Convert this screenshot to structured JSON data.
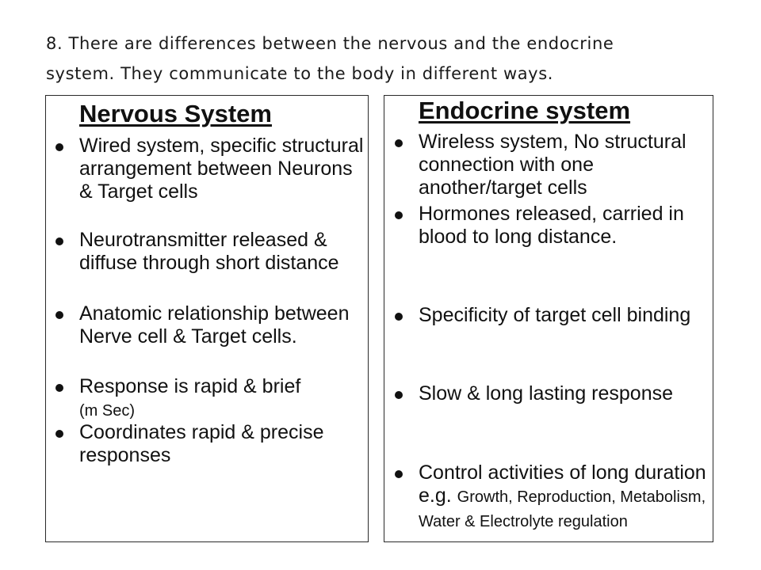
{
  "heading": {
    "line1": "8.  There are differences between the nervous and the endocrine",
    "line2": "system.  They communicate to the body in different ways."
  },
  "nervous": {
    "title": "Nervous System",
    "items": [
      {
        "text": "Wired system, specific structural arrangement between Neurons & Target cells"
      },
      {
        "text": "Neurotransmitter released & diffuse through short distance"
      },
      {
        "text": "Anatomic relationship between Nerve cell & Target cells."
      },
      {
        "text": "Response is rapid & brief",
        "small": "(m Sec)"
      },
      {
        "text": "Coordinates rapid & precise responses"
      }
    ]
  },
  "endocrine": {
    "title": "Endocrine system",
    "items": [
      {
        "text": "Wireless system, No structural connection with one another/target cells"
      },
      {
        "text": "Hormones released, carried in blood to long distance."
      },
      {
        "text": "Specificity of target cell binding"
      },
      {
        "text": "Slow & long lasting response"
      },
      {
        "text": "Control activities of long duration e.g.",
        "small": "Growth, Reproduction, Metabolism, Water &  Electrolyte regulation"
      }
    ]
  }
}
